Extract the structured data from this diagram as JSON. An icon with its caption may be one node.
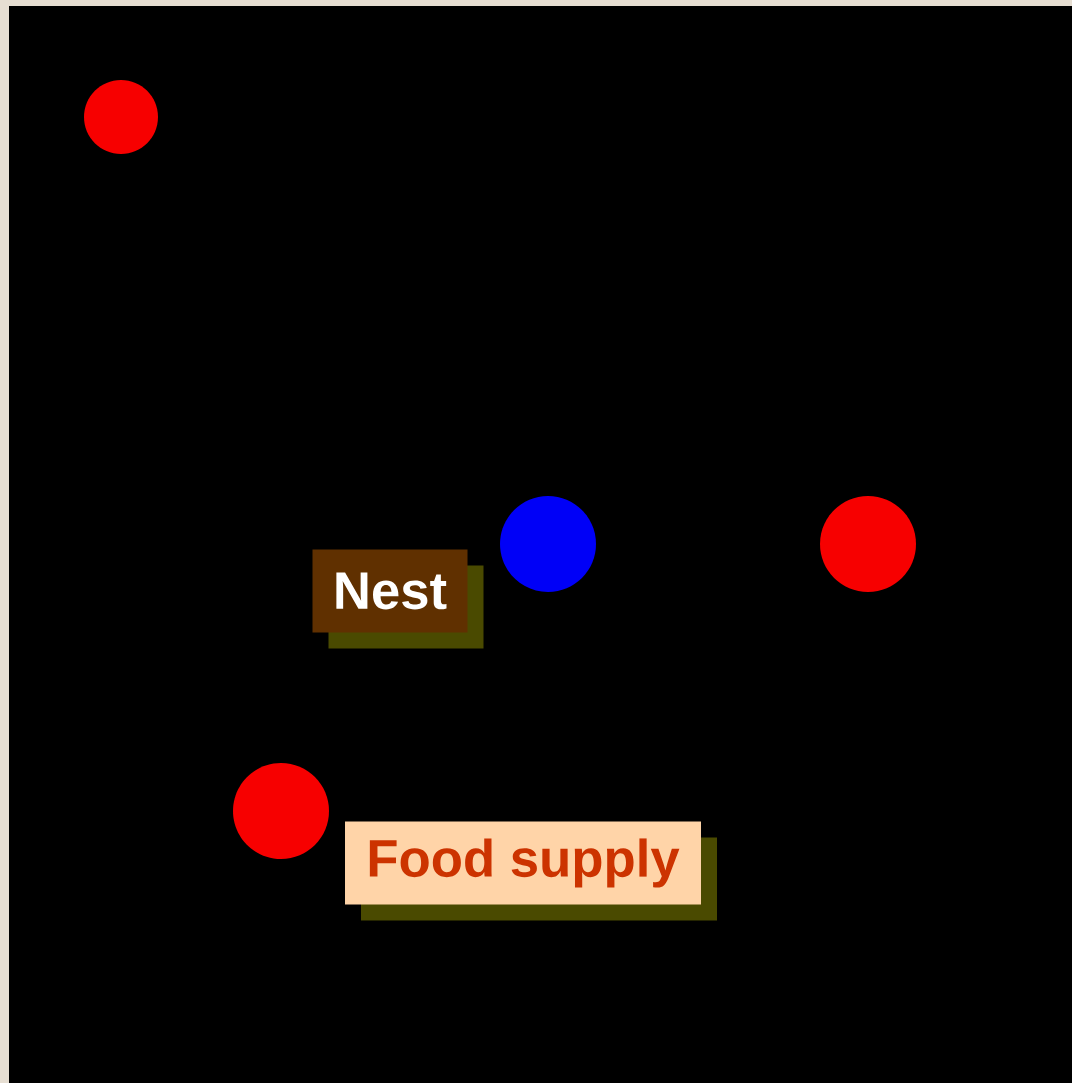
{
  "diagram": {
    "nodes": [
      {
        "text": [],
        "shape": "circle"
      },
      {
        "text": [],
        "shape": "circle"
      },
      {
        "text": [],
        "shape": "circle"
      },
      {
        "text": [
          "Nest"
        ]
      },
      {
        "text": [],
        "shape": "circle"
      },
      {
        "text": [
          "Food supply"
        ]
      }
    ]
  }
}
